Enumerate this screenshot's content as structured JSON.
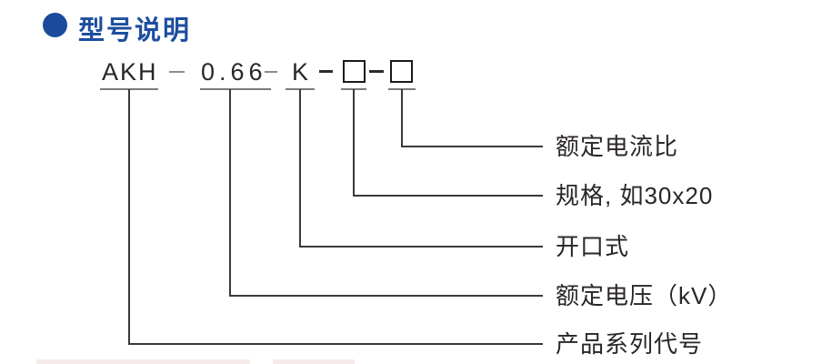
{
  "section": {
    "title": "型号说明"
  },
  "model_code": {
    "full": "AKH-0.66-K-□-□",
    "parts": [
      {
        "text": "AKH",
        "type": "text"
      },
      {
        "text": "0.66",
        "type": "text"
      },
      {
        "text": "K",
        "type": "text"
      },
      {
        "text": "□",
        "type": "box"
      },
      {
        "text": "□",
        "type": "box"
      }
    ]
  },
  "legend": {
    "items": [
      {
        "label": "额定电流比"
      },
      {
        "label": "规格, 如30x20"
      },
      {
        "label": "开口式"
      },
      {
        "label": "额定电压（kV）"
      },
      {
        "label": "产品系列代号"
      }
    ]
  },
  "colors": {
    "accent_blue": "#1d4e9e",
    "text_dark": "#2a2625",
    "line_gray": "#7b7b7b"
  }
}
